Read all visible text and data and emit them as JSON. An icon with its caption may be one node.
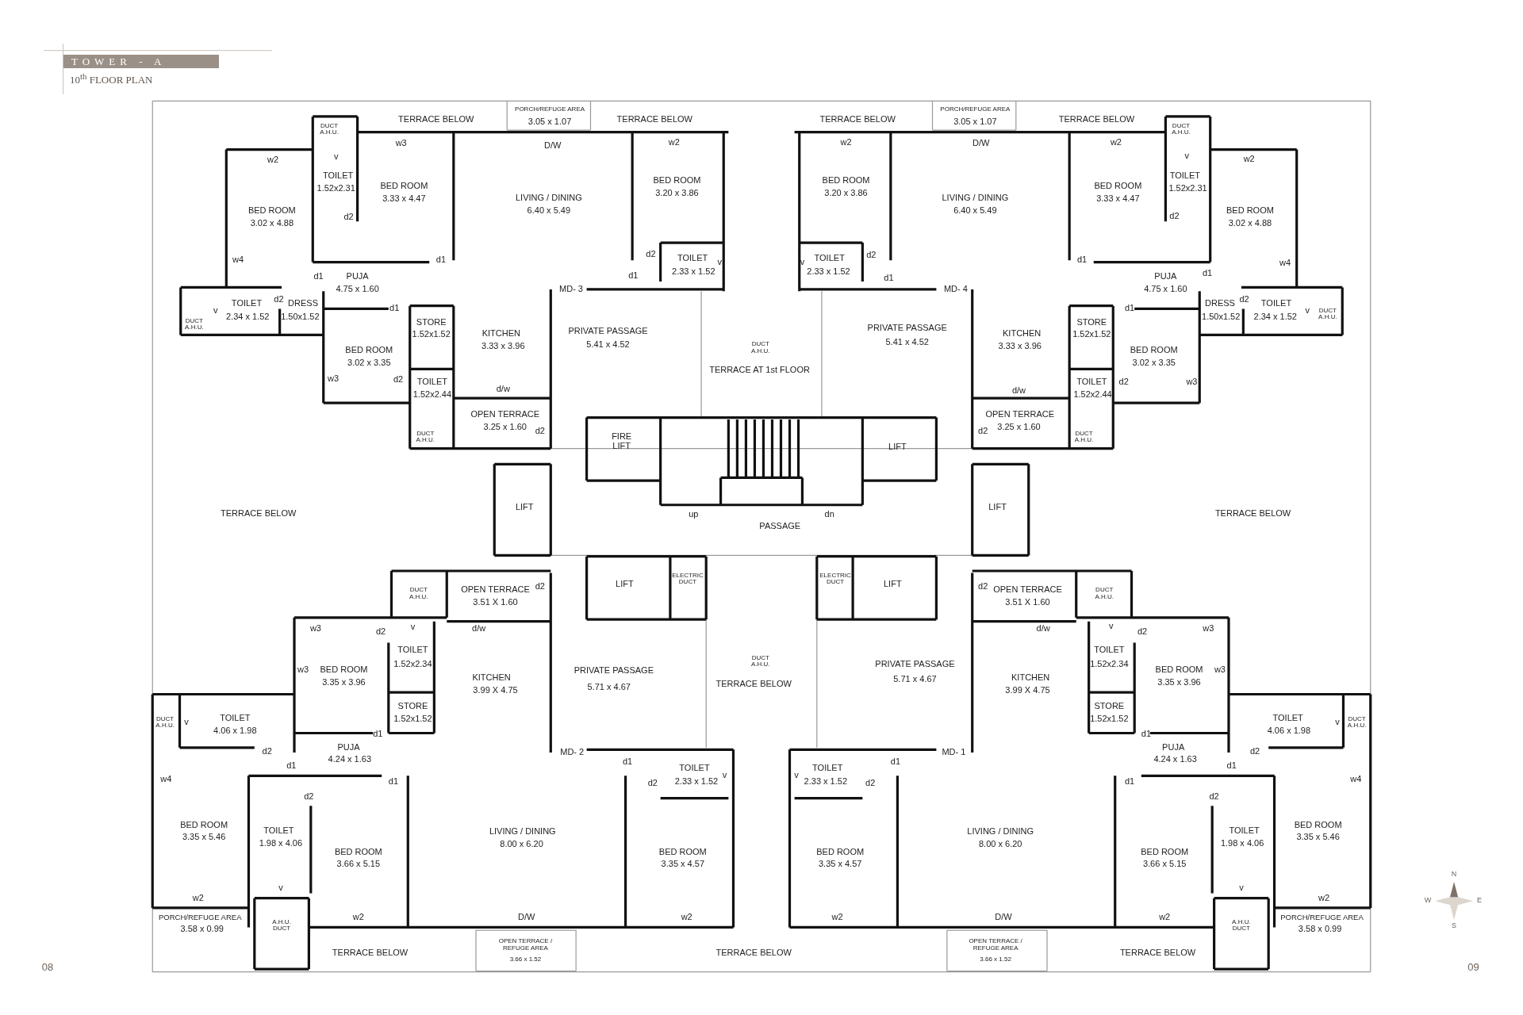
{
  "diagram": {
    "title": "TOWER - A",
    "caption": "10$^{th}$ FLOOR PLAN",
    "labels": [
      "TERRACE BELOW",
      "PORCH/REFUGE AREA",
      "3.05 x 1.07",
      "TERRACE BELOW",
      "DUCT A.H.U.",
      "w3",
      "D/W",
      "w2",
      "w2",
      "v",
      "TOILET",
      "1.52x2.31",
      "BED ROOM",
      "3.33 x 4.47",
      "LIVING / DINING",
      "6.40 x 5.49",
      "BED ROOM",
      "3.20 x 3.86",
      "BED ROOM",
      "3.02 x 4.88",
      "d2",
      "w4",
      "d1",
      "d2",
      "TOILET",
      "2.33 x 1.52",
      "v",
      "d1",
      "PUJA",
      "4.75 x 1.60",
      "d1",
      "MD- 3",
      "DUCT A.H.U.",
      "v",
      "TOILET",
      "2.34 x 1.52",
      "d2",
      "DRESS",
      "1.50x1.52",
      "d1",
      "STORE",
      "1.52x1.52",
      "KITCHEN",
      "3.33 x 3.96",
      "PRIVATE PASSAGE",
      "5.41 x 4.52",
      "DUCT A.H.U.",
      "TERRACE AT 1st FLOOR",
      "BED ROOM",
      "3.02 x 3.35",
      "w3",
      "d2",
      "TOILET",
      "1.52x2.44",
      "d/w",
      "OPEN TERRACE",
      "3.25 x 1.60",
      "d2",
      "DUCT A.H.U.",
      "FIRE LIFT",
      "TERRACE BELOW",
      "PORCH/REFUGE AREA",
      "3.05 x 1.07",
      "TERRACE BELOW",
      "DUCT A.H.U.",
      "w2",
      "D/W",
      "w2",
      "v",
      "w2",
      "TOILET",
      "1.52x2.31",
      "BED ROOM",
      "3.20 x 3.86",
      "LIVING / DINING",
      "6.40 x 5.49",
      "BED ROOM",
      "3.33 x 4.47",
      "BED ROOM",
      "3.02 x 4.88",
      "d2",
      "v",
      "TOILET",
      "2.33 x 1.52",
      "d2",
      "d1",
      "w4",
      "d1",
      "MD- 4",
      "d1",
      "PUJA",
      "4.75 x 1.60",
      "d1",
      "DRESS",
      "1.50x1.52",
      "d2",
      "TOILET",
      "2.34 x 1.52",
      "v",
      "DUCT A.H.U.",
      "PRIVATE PASSAGE",
      "5.41 x 4.52",
      "KITCHEN",
      "3.33 x 3.96",
      "STORE",
      "1.52x1.52",
      "BED ROOM",
      "3.02 x 3.35",
      "TOILET",
      "d2",
      "1.52x2.44",
      "w3",
      "d/w",
      "OPEN TERRACE",
      "3.25 x 1.60",
      "d2",
      "DUCT A.H.U.",
      "LIFT",
      "TERRACE BELOW",
      "LIFT",
      "up",
      "dn",
      "PASSAGE",
      "LIFT",
      "TERRACE BELOW",
      "LIFT",
      "ELECTRIC DUCT",
      "DUCT A.H.U.",
      "OPEN TERRACE",
      "3.51 X 1.60",
      "d2",
      "w3",
      "d2",
      "v",
      "d/w",
      "TOILET",
      "1.52x2.34",
      "w3",
      "BED ROOM",
      "3.35 x 3.96",
      "KITCHEN",
      "3.99 X 4.75",
      "PRIVATE PASSAGE",
      "5.71 x 4.67",
      "DUCT A.H.U.",
      "TERRACE BELOW",
      "STORE",
      "1.52x1.52",
      "DUCT A.H.U.",
      "v",
      "TOILET",
      "4.06 x 1.98",
      "d1",
      "d2",
      "PUJA",
      "4.24 x 1.63",
      "d1",
      "MD- 2",
      "d1",
      "TOILET",
      "d2",
      "2.33 x 1.52",
      "v",
      "w4",
      "d1",
      "d2",
      "BED ROOM",
      "3.35 x 5.46",
      "TOILET",
      "1.98 x 4.06",
      "BED ROOM",
      "3.66 x 5.15",
      "LIVING / DINING",
      "8.00 x 6.20",
      "BED ROOM",
      "3.35 x 4.57",
      "v",
      "w2",
      "PORCH/REFUGE AREA",
      "3.58 x 0.99",
      "A.H.U. DUCT",
      "w2",
      "D/W",
      "w2",
      "OPEN TERRACE / REFUGE AREA",
      "3.66 x 1.52",
      "TERRACE BELOW",
      "TERRACE BELOW",
      "ELECTRIC DUCT",
      "LIFT",
      "d2",
      "OPEN TERRACE",
      "3.51 X 1.60",
      "DUCT A.H.U.",
      "d/w",
      "v",
      "d2",
      "w3",
      "TOILET",
      "1.52x2.34",
      "w3",
      "PRIVATE PASSAGE",
      "5.71 x 4.67",
      "KITCHEN",
      "3.99 X 4.75",
      "BED ROOM",
      "3.35 x 3.96",
      "STORE",
      "1.52x1.52",
      "TOILET",
      "4.06 x 1.98",
      "v",
      "DUCT A.H.U.",
      "d1",
      "PUJA",
      "4.24 x 1.63",
      "d2",
      "d1",
      "MD- 1",
      "v",
      "TOILET",
      "2.33 x 1.52",
      "d2",
      "d1",
      "d1",
      "d2",
      "w4",
      "BED ROOM",
      "3.35 x 4.57",
      "LIVING / DINING",
      "8.00 x 6.20",
      "BED ROOM",
      "3.66 x 5.15",
      "TOILET",
      "1.98 x 4.06",
      "BED ROOM",
      "3.35 x 5.46",
      "v",
      "w2",
      "w2",
      "D/W",
      "w2",
      "A.H.U. DUCT",
      "PORCH/REFUGE AREA",
      "3.58 x 0.99",
      "OPEN TERRACE / REFUGE AREA",
      "3.66 x 1.52",
      "TERRACE BELOW",
      "08",
      "09",
      "N",
      "W",
      "E",
      "S"
    ]
  }
}
